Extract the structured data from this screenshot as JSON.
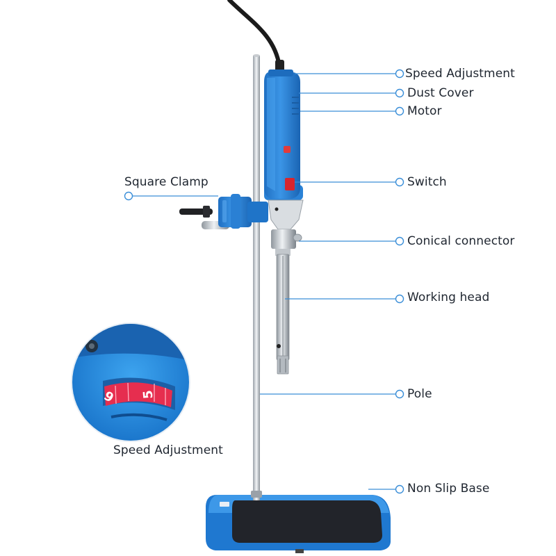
{
  "colors": {
    "device_blue": "#2f86d8",
    "leader_line": "#3a8ed8",
    "dial_red": "#e62e4f",
    "base_pad": "#22242a"
  },
  "labels": {
    "speed_adjustment_top": "Speed Adjustment",
    "dust_cover": "Dust Cover",
    "motor": "Motor",
    "switch": "Switch",
    "conical_connector": "Conical connector",
    "working_head": "Working head",
    "pole": "Pole",
    "non_slip_base": "Non Slip Base",
    "square_clamp": "Square Clamp",
    "speed_adjustment_inset": "Speed Adjustment"
  },
  "inset": {
    "dial_numbers": [
      "6",
      "5"
    ]
  },
  "icons": {
    "power_cord": "power-cord-icon",
    "stirrer": "homogenizer-icon",
    "magnifier": "zoom-inset-icon"
  }
}
